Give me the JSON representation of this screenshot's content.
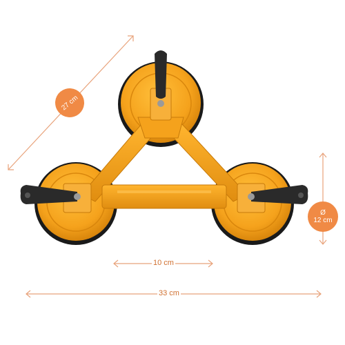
{
  "image": {
    "subject": "triple suction cup glass lifter with dimension annotations",
    "colors": {
      "tool_body": "#f5a21c",
      "tool_shadow": "#c77a0a",
      "handle": "#2a2a2a",
      "rubber_rim": "#1a1a1a",
      "accent": "#f08a45",
      "measure_line": "#e8a27a"
    }
  },
  "dimensions": {
    "diagonal": "27 cm",
    "cup_diameter_symbol": "Ø",
    "cup_diameter": "12 cm",
    "cup_spacing": "10 cm",
    "overall_width": "33 cm"
  }
}
